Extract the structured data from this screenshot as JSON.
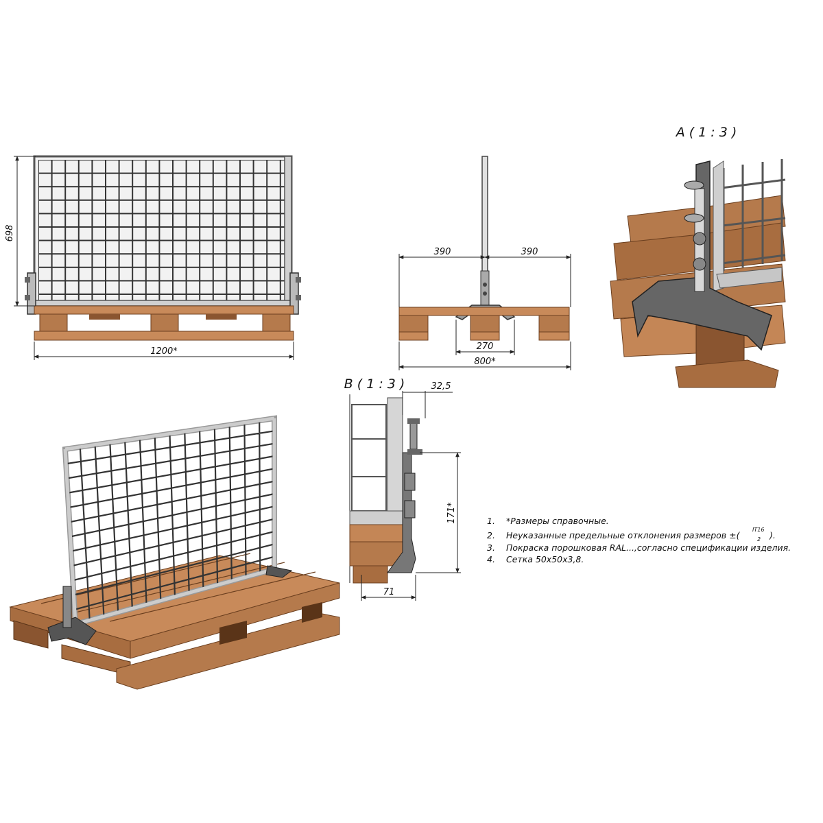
{
  "front_view": {
    "height_label": "698",
    "width_label": "1200*"
  },
  "side_view": {
    "left_offset_label": "390",
    "right_offset_label": "390",
    "foot_width_label": "270",
    "depth_label": "800*"
  },
  "detail_a": {
    "title": "A ( 1 : 3 )"
  },
  "detail_b": {
    "title": "B ( 1 : 3 )",
    "offset_label": "32,5",
    "height_label": "171*",
    "base_label": "71"
  },
  "notes": [
    {
      "num": "1.",
      "text": "*Размеры справочные."
    },
    {
      "num": "2.",
      "text": "Неуказанные предельные отклонения размеров ±(",
      "tol_top": "IT16",
      "tol_bottom": "2",
      "tail": ")."
    },
    {
      "num": "3.",
      "text": "Покраска порошковая RAL...,согласно спецификации изделия."
    },
    {
      "num": "4.",
      "text": "Сетка 50х50х3,8."
    }
  ],
  "colors": {
    "wood": "#b57a4c",
    "wood_dark": "#8a5530",
    "wood_light": "#cf9467",
    "metal": "#9a9a9a",
    "metal_dark": "#5e5e5e",
    "line": "#222222"
  }
}
